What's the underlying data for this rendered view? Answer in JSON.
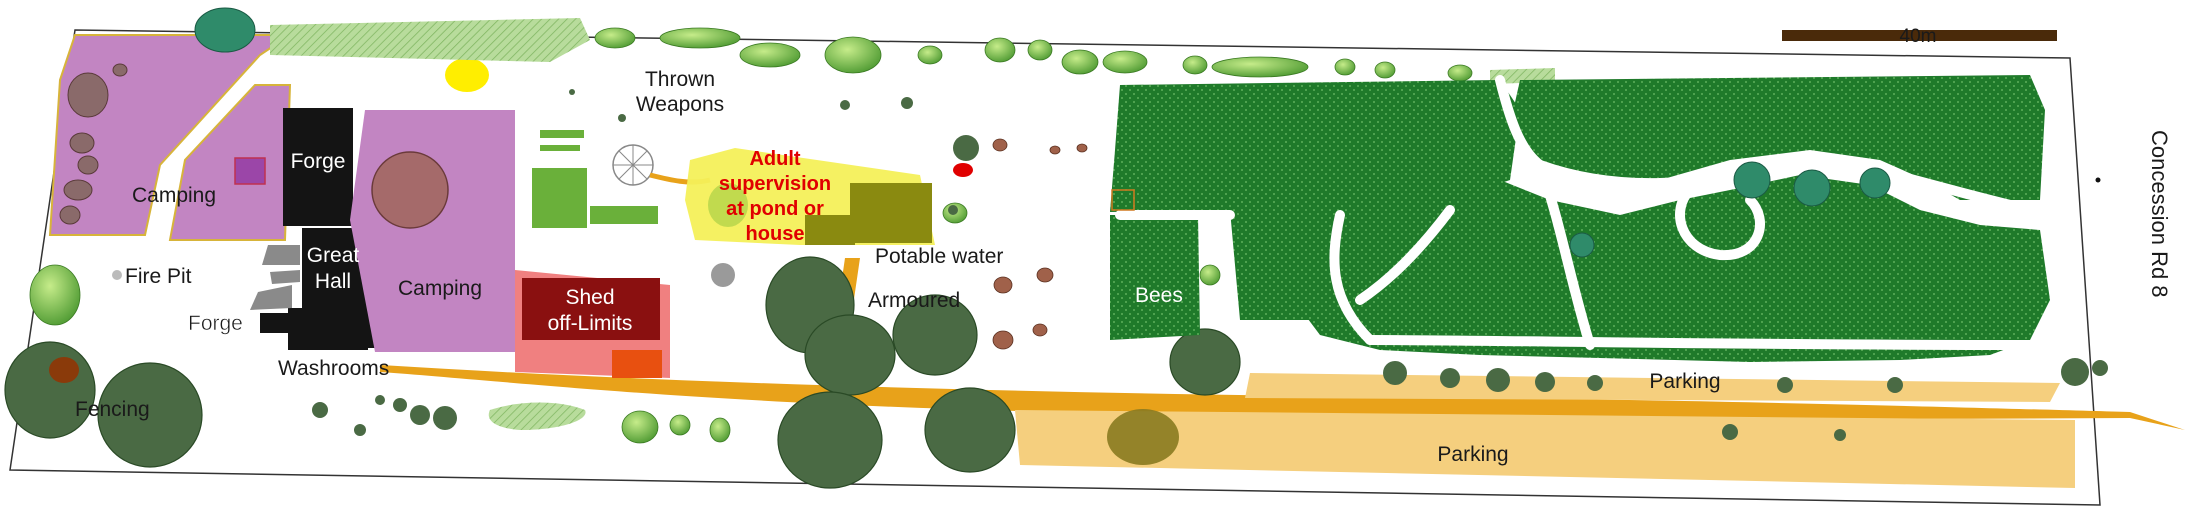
{
  "scale_bar": {
    "label": "40m"
  },
  "road": {
    "label": "Concession Rd 8"
  },
  "labels": {
    "camping_left": "Camping",
    "forge_top": "Forge",
    "fire_pit": "Fire Pit",
    "great_hall_1": "Great",
    "great_hall_2": "Hall",
    "camping_mid": "Camping",
    "forge_bottom": "Forge",
    "washrooms": "Washrooms",
    "fencing": "Fencing",
    "thrown_weapons_1": "Thrown",
    "thrown_weapons_2": "Weapons",
    "shed_1": "Shed",
    "shed_2": "off-Limits",
    "supervision_1": "Adult",
    "supervision_2": "supervision",
    "supervision_3": "at pond or",
    "supervision_4": "house",
    "potable_water": "Potable water",
    "armoured": "Armoured",
    "bees": "Bees",
    "parking_upper": "Parking",
    "parking_lower": "Parking"
  },
  "colors": {
    "camping": "#c285c2",
    "building": "#141414",
    "forest": "#1f7a2a",
    "tree_cluster": "#4a6a44",
    "path": "#e8a21a",
    "parking": "#f5cf7e",
    "shed": "#8a1010",
    "shed_zone": "#f08080",
    "supervision_zone": "#f4f05a",
    "pond_building": "#8a8a10",
    "scale_bar": "#4a2a0a",
    "light_green": "#a8d58a"
  }
}
